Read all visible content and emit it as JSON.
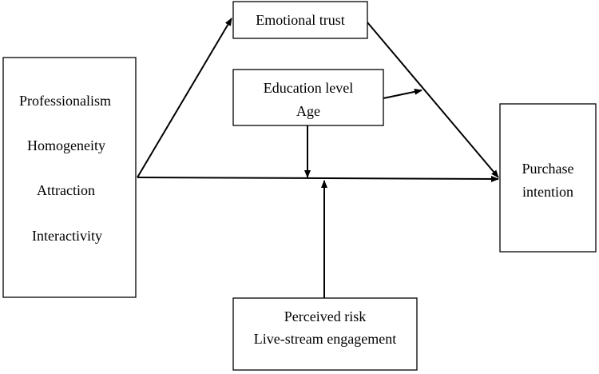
{
  "nodes": {
    "antecedents": {
      "lines": [
        "Professionalism",
        "Homogeneity",
        "Attraction",
        "Interactivity"
      ]
    },
    "emotional_trust": {
      "label": "Emotional trust"
    },
    "controls": {
      "lines": [
        "Education level",
        "Age"
      ]
    },
    "purchase_intention": {
      "lines": [
        "Purchase",
        "intention"
      ]
    },
    "moderators": {
      "lines": [
        "Perceived risk",
        "Live-stream engagement"
      ]
    }
  },
  "edges": [
    {
      "from": "antecedents",
      "to": "emotional_trust"
    },
    {
      "from": "antecedents",
      "to": "purchase_intention"
    },
    {
      "from": "emotional_trust",
      "to": "purchase_intention"
    },
    {
      "from": "controls",
      "to": "emotional_trust-purchase_intention path"
    },
    {
      "from": "controls",
      "to": "antecedents-purchase_intention path"
    },
    {
      "from": "moderators",
      "to": "antecedents-purchase_intention path"
    }
  ],
  "colors": {
    "stroke": "#000000",
    "background": "#ffffff"
  }
}
